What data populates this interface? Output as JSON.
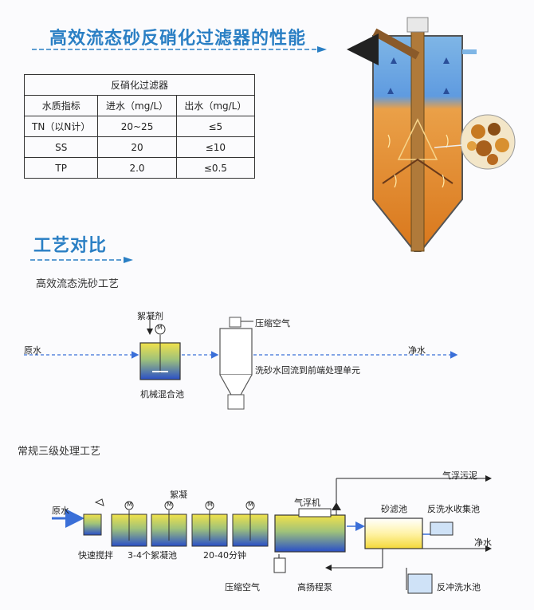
{
  "page": {
    "title": "高效流态砂反硝化过滤器的性能",
    "section2_title": "工艺对比",
    "process1_title": "高效流态洗砂工艺",
    "process2_title": "常规三级处理工艺"
  },
  "table": {
    "caption": "反硝化过滤器",
    "headers": [
      "水质指标",
      "进水（mg/L）",
      "出水（mg/L）"
    ],
    "rows": [
      [
        "TN（以N计）",
        "20~25",
        "≤5"
      ],
      [
        "SS",
        "20",
        "≤10"
      ],
      [
        "TP",
        "2.0",
        "≤0.5"
      ]
    ]
  },
  "process1": {
    "raw_water": "原水",
    "flocculant": "絮凝剂",
    "motor": "M",
    "mixer_tank": "机械混合池",
    "compressed_air": "压缩空气",
    "clean_water": "净水",
    "wash_return": "洗砂水回流到前端处理单元"
  },
  "process2": {
    "raw_water": "原水",
    "coagulation": "絮凝",
    "flotation": "气浮机",
    "flotation_sludge": "气浮污泥",
    "sand_filter": "砂滤池",
    "backwash_collect": "反洗水收集池",
    "rapid_mix": "快速搅拌",
    "floc_tanks": "3-4个絮凝池",
    "time": "20-40分钟",
    "clean_water": "净水",
    "compressed_air": "压缩空气",
    "pump": "高扬程泵",
    "backwash_tank": "反冲洗水池",
    "motor": "M"
  },
  "colors": {
    "accent": "#2a7fc4",
    "flow": "#3a6fd8",
    "water_top": "#f2e24a",
    "water_bottom": "#2a4fc8",
    "sand": "#e8902a"
  }
}
